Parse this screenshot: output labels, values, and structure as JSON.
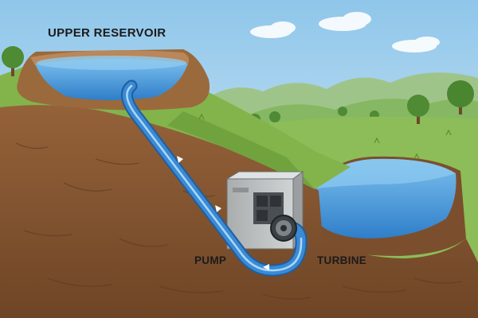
{
  "labels": {
    "upper_reservoir": "UPPER RESERVOIR",
    "pump": "PUMP",
    "turbine": "TURBINE"
  },
  "colors": {
    "sky_top": "#8fc6ea",
    "sky_bottom": "#e4f1f8",
    "water": "#3f8fd6",
    "water_light": "#7cc0ee",
    "grass": "#7fb04a",
    "grass_dark": "#5e9232",
    "soil": "#8a5a33",
    "soil_dark": "#6e4526",
    "pipe": "#2f78c2",
    "pipe_highlight": "#a9d8f6",
    "machine_body": "#bfc3c4",
    "machine_panel": "#4a4f54"
  }
}
